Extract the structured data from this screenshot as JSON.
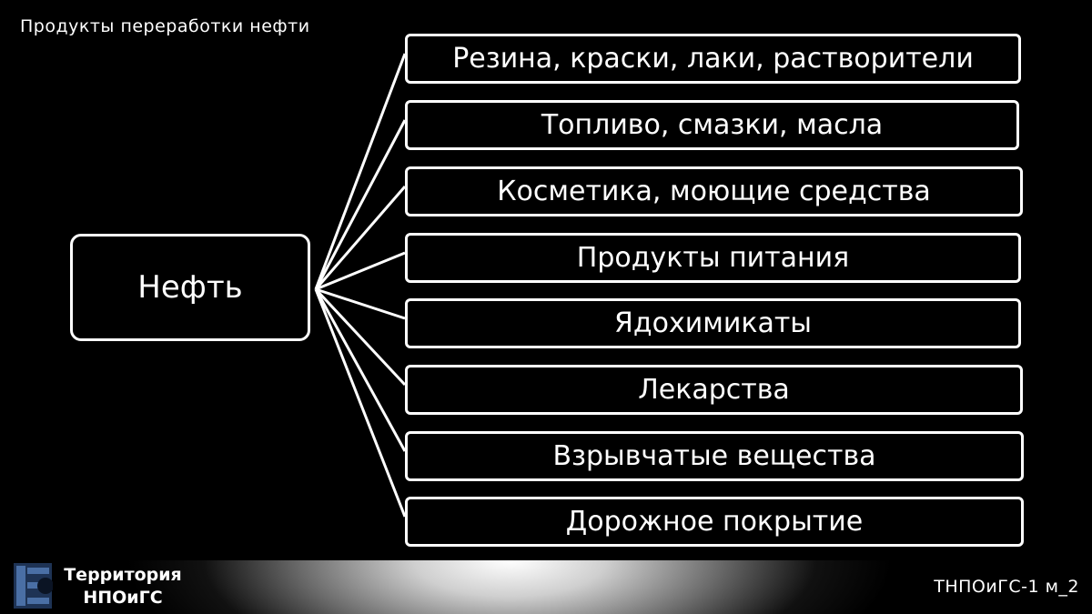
{
  "title": "Продукты переработки нефти",
  "root": {
    "label": "Нефть"
  },
  "products": [
    "Резина, краски, лаки, растворители",
    "Топливо, смазки, масла",
    "Косметика, моющие средства",
    "Продукты питания",
    "Ядохимикаты",
    "Лекарства",
    "Взрывчатые вещества",
    "Дорожное покрытие"
  ],
  "footer": {
    "brand_line1": "Территория",
    "brand_line2": "НПОиГС",
    "code": "ТНПОиГС-1 м_2"
  },
  "colors": {
    "background": "#000000",
    "foreground": "#ffffff",
    "logo": "#3a5a8a"
  }
}
